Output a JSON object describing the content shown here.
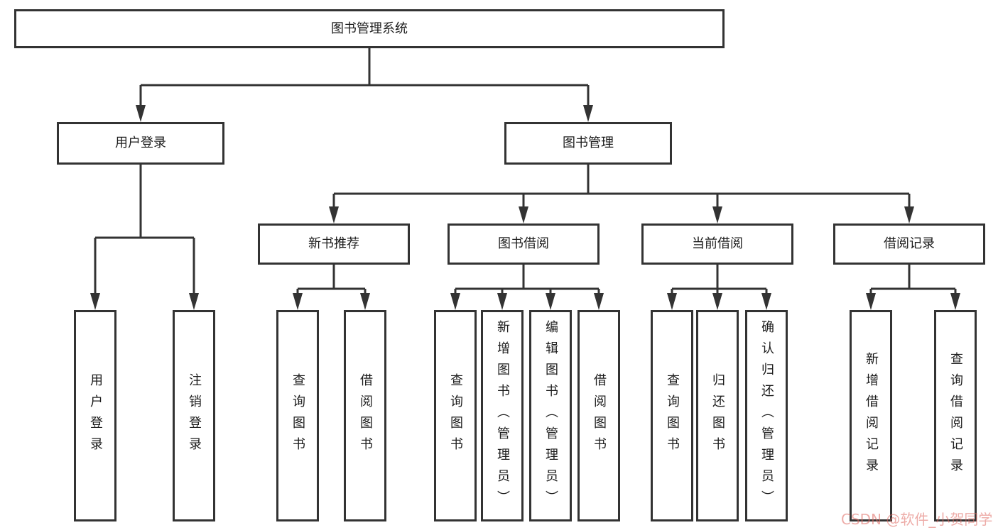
{
  "diagram_title": "图书管理系统",
  "tree": {
    "label": "图书管理系统",
    "children": [
      {
        "label": "用户登录",
        "children": [
          {
            "label": "用户登录"
          },
          {
            "label": "注销登录"
          }
        ]
      },
      {
        "label": "图书管理",
        "children": [
          {
            "label": "新书推荐",
            "children": [
              {
                "label": "查询图书"
              },
              {
                "label": "借阅图书"
              }
            ]
          },
          {
            "label": "图书借阅",
            "children": [
              {
                "label": "查询图书"
              },
              {
                "label": "新增图书（管理员）"
              },
              {
                "label": "编辑图书（管理员）"
              },
              {
                "label": "借阅图书"
              }
            ]
          },
          {
            "label": "当前借阅",
            "children": [
              {
                "label": "查询图书"
              },
              {
                "label": "归还图书"
              },
              {
                "label": "确认归还（管理员）"
              }
            ]
          },
          {
            "label": "借阅记录",
            "children": [
              {
                "label": "新增借阅记录"
              },
              {
                "label": "查询借阅记录"
              }
            ]
          }
        ]
      }
    ]
  },
  "watermark": {
    "text": "CSDN @软件_小贺同学",
    "color": "#e06a62"
  },
  "colors": {
    "line": "#333333",
    "box_border": "#333333",
    "text": "#1c1c1c",
    "background": "#ffffff"
  }
}
